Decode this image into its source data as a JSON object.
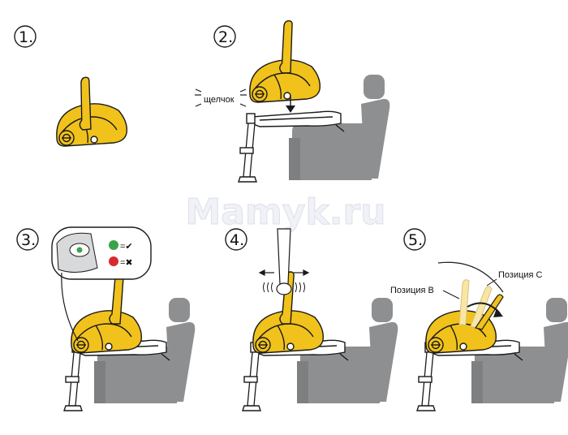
{
  "steps": [
    {
      "number": "1.",
      "caption": ""
    },
    {
      "number": "2.",
      "caption": "щелчок"
    },
    {
      "number": "3.",
      "caption": ""
    },
    {
      "number": "4.",
      "caption": ""
    },
    {
      "number": "5.",
      "caption": ""
    }
  ],
  "step3_indicator": {
    "ok_symbol": "=✔",
    "bad_symbol": "=✖",
    "ok_color": "#3aa34a",
    "bad_color": "#d9292f"
  },
  "step5_labels": {
    "position_b": "Позиция В",
    "position_c": "Позиция С"
  },
  "watermark": "Mamyk.ru",
  "colors": {
    "seat": "#8d8f91",
    "carrier": "#f1c21b",
    "outline": "#1a1a1a"
  }
}
